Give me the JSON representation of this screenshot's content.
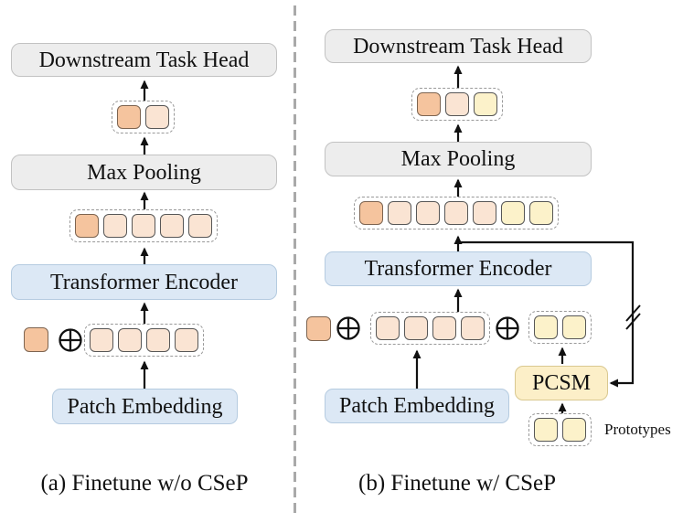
{
  "figure": {
    "type": "architecture-diagram",
    "description_visible_text_only": true
  },
  "palette": {
    "cls": "#F5C49E",
    "patch": "#FAE4D3",
    "proto": "#FCF2CA",
    "token_border": "#575757",
    "gray_box_fill": "#EDEDED",
    "gray_box_border": "#C2C2C2",
    "blue_box_fill": "#DCE8F5",
    "blue_box_border": "#B5CBE0",
    "pcsm_fill": "#FCEFC8",
    "pcsm_border": "#D9C890",
    "dashed_group_border": "#999999",
    "arrow": "#111111",
    "divider": "#A9A9A9"
  },
  "panel_a": {
    "caption": "(a) Finetune w/o CSeP",
    "downstream_head_label": "Downstream Task Head",
    "max_pooling_label": "Max Pooling",
    "transformer_encoder_label": "Transformer Encoder",
    "patch_embedding_label": "Patch Embedding",
    "pooled_tokens": [
      "cls",
      "patch"
    ],
    "encoded_tokens": [
      "cls",
      "patch",
      "patch",
      "patch",
      "patch"
    ],
    "cls_token": [
      "cls"
    ],
    "input_tokens": [
      "patch",
      "patch",
      "patch",
      "patch"
    ],
    "operators": [
      "⊕"
    ]
  },
  "panel_b": {
    "caption": "(b) Finetune w/ CSeP",
    "downstream_head_label": "Downstream Task Head",
    "max_pooling_label": "Max Pooling",
    "transformer_encoder_label": "Transformer Encoder",
    "patch_embedding_label": "Patch Embedding",
    "pcsm_label": "PCSM",
    "prototypes_label": "Prototypes",
    "pooled_tokens": [
      "cls",
      "patch",
      "proto"
    ],
    "encoded_tokens": [
      "cls",
      "patch",
      "patch",
      "patch",
      "patch",
      "proto",
      "proto"
    ],
    "cls_token": [
      "cls"
    ],
    "input_tokens": [
      "patch",
      "patch",
      "patch",
      "patch"
    ],
    "selected_prototype_tokens": [
      "proto",
      "proto"
    ],
    "prototype_tokens": [
      "proto",
      "proto"
    ],
    "operators": [
      "⊕",
      "⊕"
    ],
    "stop_gradient_mark": "//"
  }
}
